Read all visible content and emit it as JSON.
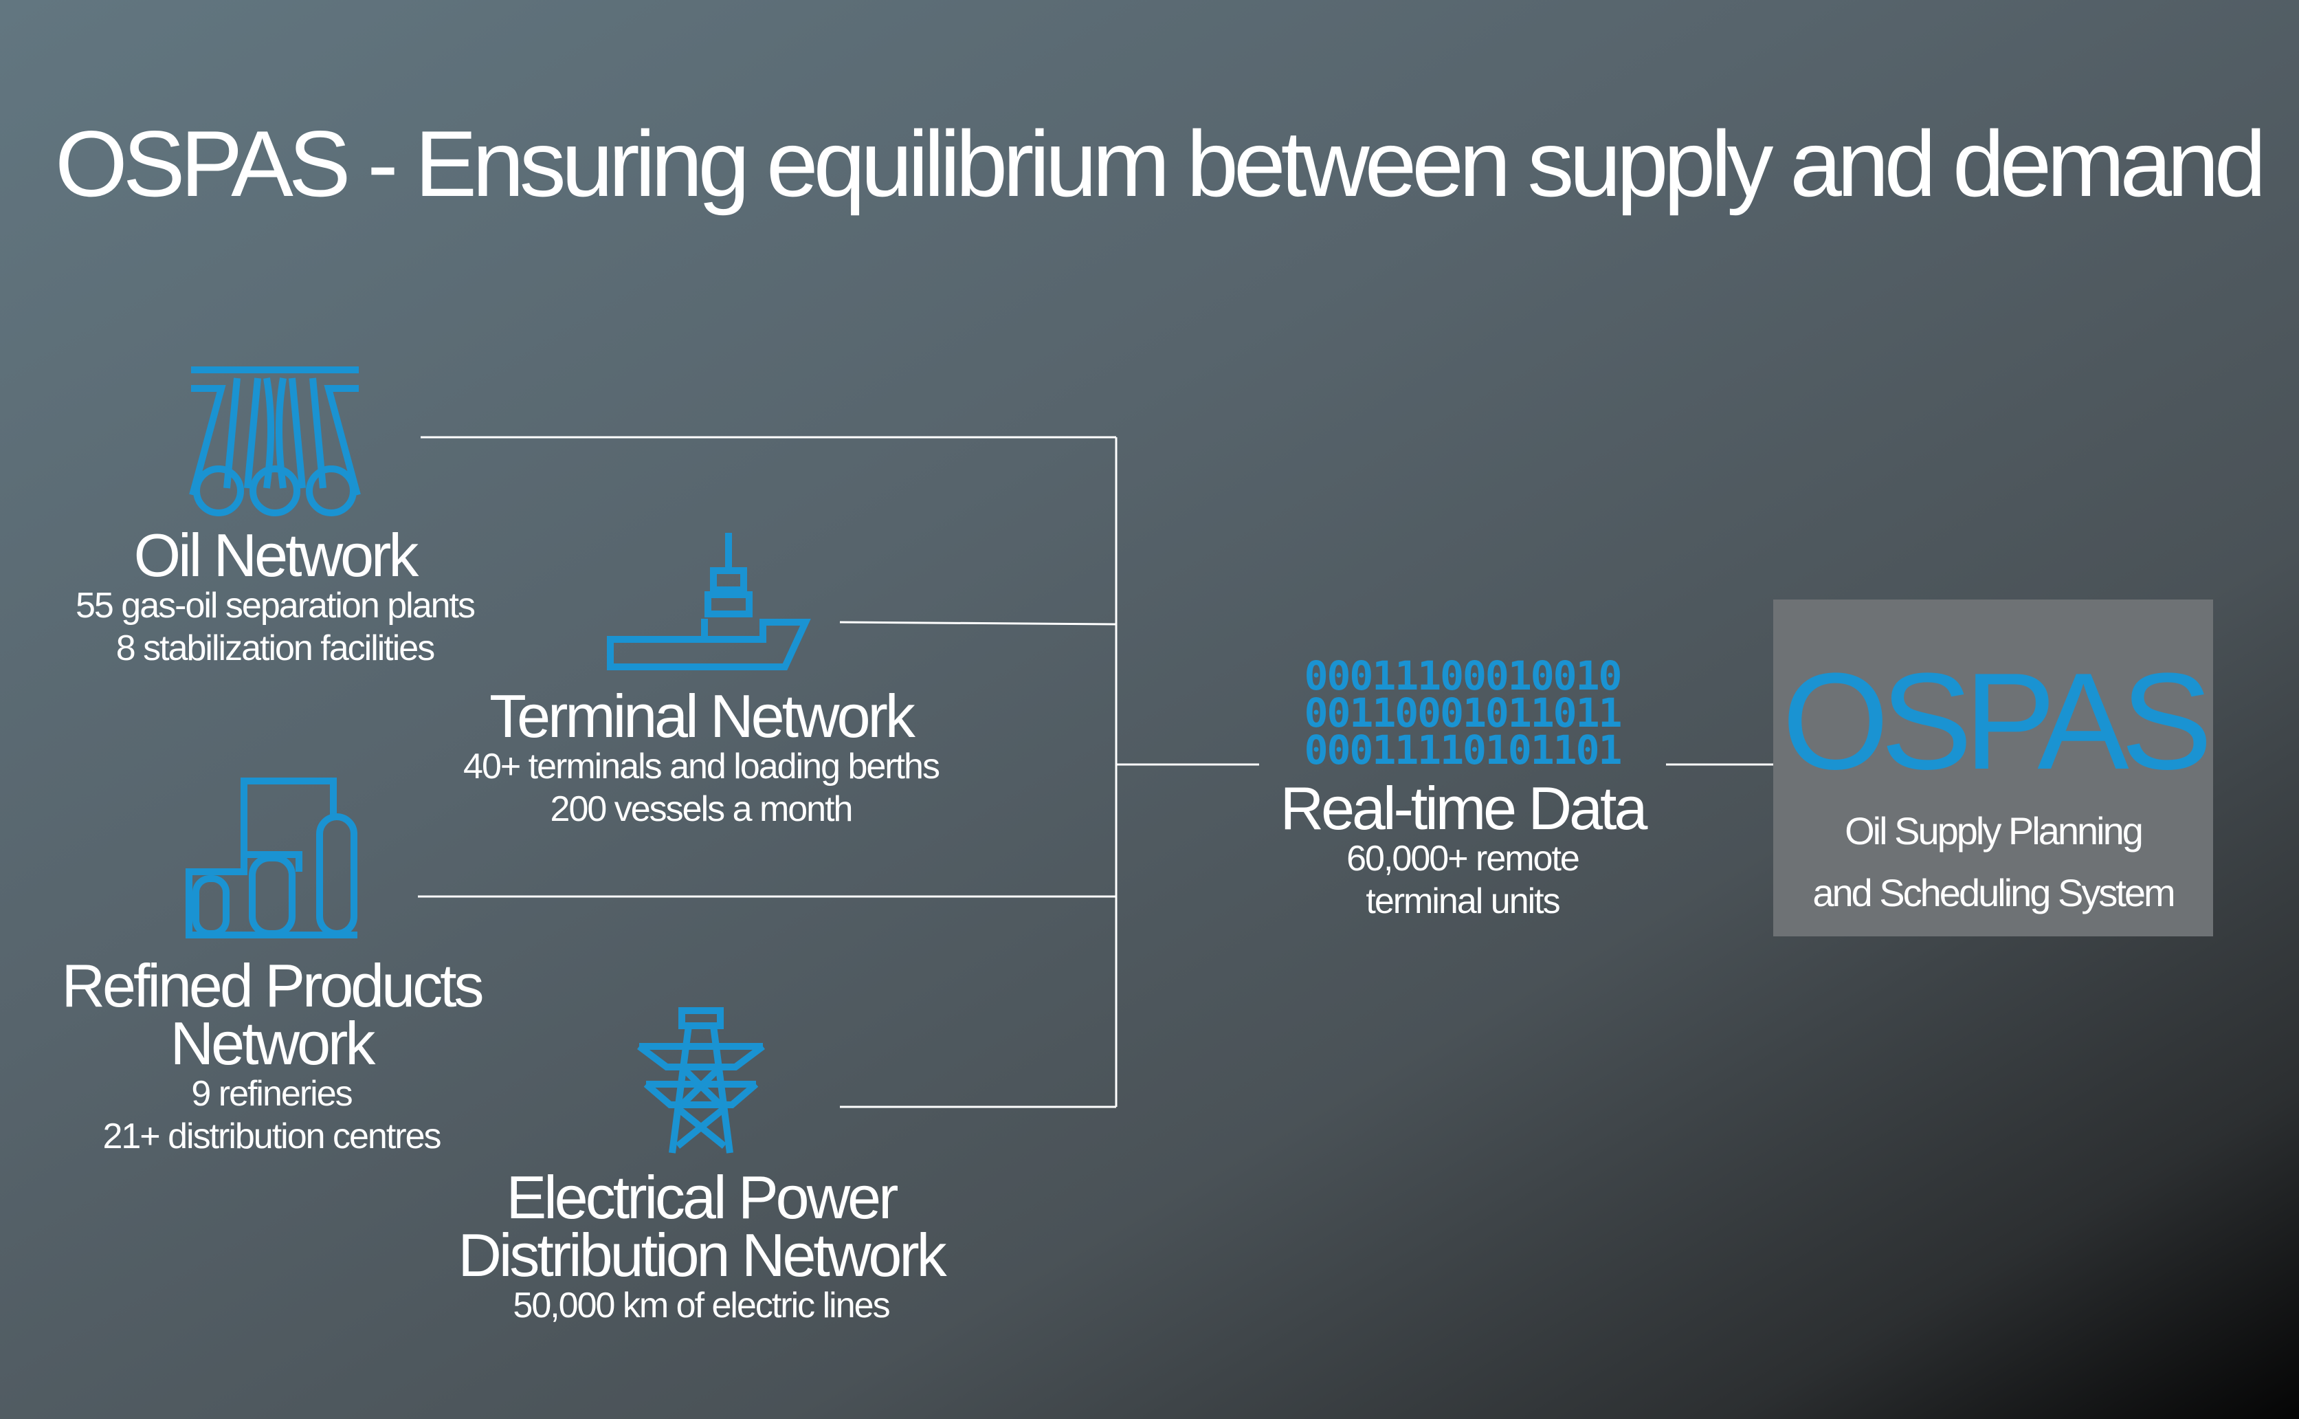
{
  "title": "OSPAS - Ensuring equilibrium between supply and demand",
  "oil": {
    "title": "Oil Network",
    "lines": [
      "55 gas-oil separation plants",
      "8 stabilization facilities"
    ],
    "icon": "pipeline-icon"
  },
  "terminal": {
    "title": "Terminal Network",
    "lines": [
      "40+ terminals and loading berths",
      "200 vessels a month"
    ],
    "icon": "ship-icon"
  },
  "refined": {
    "title_lines": [
      "Refined Products",
      "Network"
    ],
    "lines": [
      "9 refineries",
      "21+ distribution centres"
    ],
    "icon": "refinery-icon"
  },
  "power": {
    "title_lines": [
      "Electrical Power",
      "Distribution Network"
    ],
    "lines": [
      "50,000 km of electric lines"
    ],
    "icon": "power-tower-icon"
  },
  "realtime": {
    "binary": [
      "00011100010010",
      "00110001011011",
      "00011110101101"
    ],
    "title": "Real-time Data",
    "lines": [
      "60,000+ remote",
      "terminal units"
    ]
  },
  "ospas": {
    "logo": "OSPAS",
    "lines": [
      "Oil Supply Planning",
      "and Scheduling System"
    ]
  },
  "colors": {
    "accent": "#1a93d2",
    "box": "#6e7275",
    "line": "#ffffff"
  }
}
